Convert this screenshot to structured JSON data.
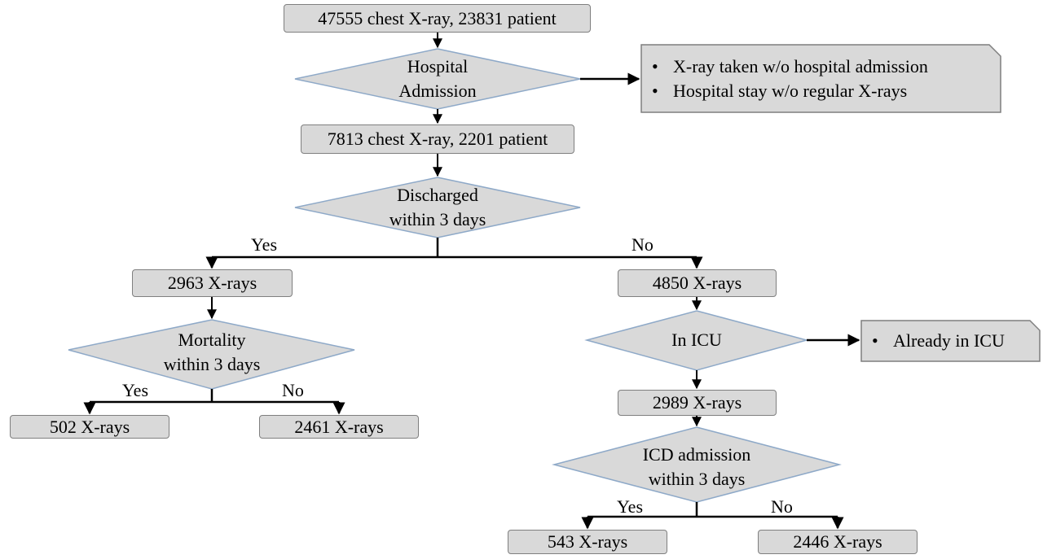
{
  "boxes": {
    "top": "47555 chest X-ray, 23831 patient",
    "admitted": "7813 chest X-ray, 2201 patient",
    "discharged_yes": "2963 X-rays",
    "discharged_no": "4850 X-rays",
    "mortality_yes": "502 X-rays",
    "mortality_no": "2461 X-rays",
    "not_in_icu": "2989 X-rays",
    "icd_yes": "543 X-rays",
    "icd_no": "2446 X-rays"
  },
  "decisions": {
    "hospital_admission": [
      "Hospital",
      "Admission"
    ],
    "discharged": [
      "Discharged",
      "within 3 days"
    ],
    "mortality": [
      "Mortality",
      "within 3 days"
    ],
    "in_icu": [
      "In ICU"
    ],
    "icd_admission": [
      "ICD admission",
      "within 3 days"
    ]
  },
  "exclusions": {
    "hospital_admission": [
      "X-ray taken w/o hospital admission",
      "Hospital stay w/o regular X-rays"
    ],
    "in_icu": [
      "Already in ICU"
    ]
  },
  "branch_labels": {
    "yes": "Yes",
    "no": "No"
  },
  "colors": {
    "box_fill": "#d9d9d9",
    "box_border": "#7f7f7f",
    "diamond_border": "#8ea9c8",
    "line": "#000000"
  }
}
